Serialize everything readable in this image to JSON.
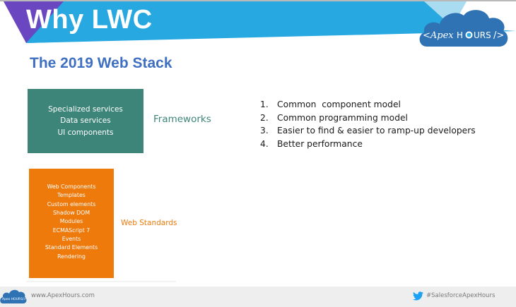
{
  "header": {
    "title": "Why LWC",
    "colors": {
      "band": "#27a8e0",
      "band_light": "#a9dbf1",
      "triangle": "#6b46c1"
    },
    "logo": {
      "text_left": "<Apex",
      "text_right": "H",
      "text_rest": "URS",
      "text_close": "/>",
      "color": "#2f73b5"
    }
  },
  "slide": {
    "subtitle": "The 2019 Web Stack",
    "frameworks": {
      "items": [
        "Specialized services",
        "Data services",
        "UI components"
      ],
      "label": "Frameworks",
      "color": "#3d8479"
    },
    "web_standards": {
      "items": [
        "Web Components",
        "Templates",
        "Custom elements",
        "Shadow DOM",
        "Modules",
        "ECMAScript 7",
        "Events",
        "Standard Elements",
        "Rendering"
      ],
      "label": "Web Standards",
      "color": "#ef7a0c"
    },
    "benefits": [
      {
        "num": "1.",
        "text": "Common  component model"
      },
      {
        "num": "2.",
        "text": "Common programming model"
      },
      {
        "num": "3.",
        "text": "Easier to find & easier to ramp-up developers"
      },
      {
        "num": "4.",
        "text": "Better performance"
      }
    ]
  },
  "footer": {
    "url": "www.ApexHours.com",
    "hashtag": "#SalesforceApexHours",
    "icons": [
      "apexhours-logo-icon",
      "twitter-icon"
    ]
  }
}
